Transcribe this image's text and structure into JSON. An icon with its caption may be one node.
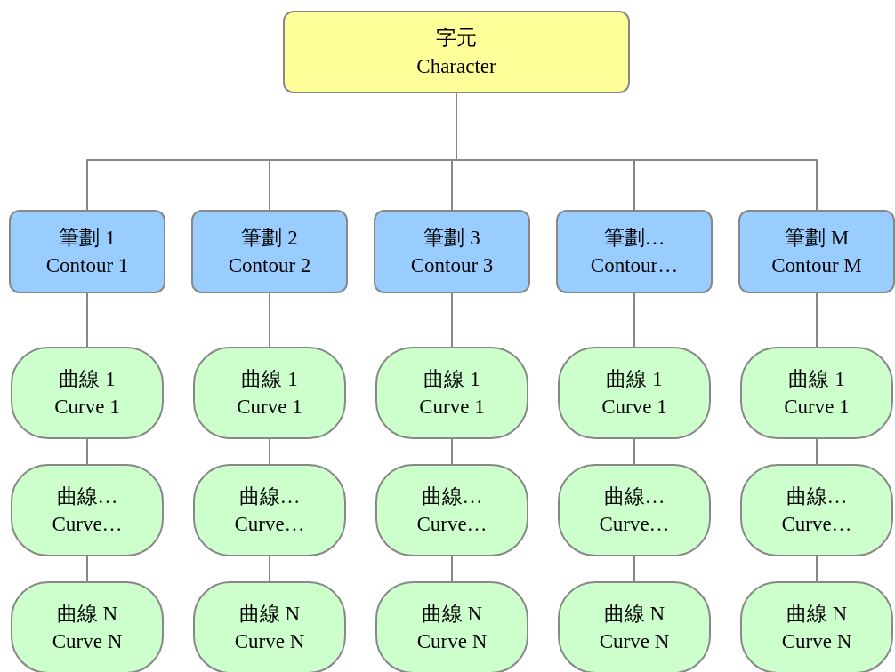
{
  "diagram": {
    "nodes": [
      {
        "text": [
          "字元",
          "Character"
        ]
      },
      {
        "text": [
          "筆劃 1",
          "Contour 1"
        ]
      },
      {
        "text": [
          "筆劃 2",
          "Contour 2"
        ]
      },
      {
        "text": [
          "筆劃 3",
          "Contour 3"
        ]
      },
      {
        "text": [
          "筆劃…",
          "Contour…"
        ]
      },
      {
        "text": [
          "筆劃 M",
          "Contour M"
        ]
      },
      {
        "text": [
          "曲線 1",
          "Curve 1"
        ]
      },
      {
        "text": [
          "曲線 1",
          "Curve 1"
        ]
      },
      {
        "text": [
          "曲線 1",
          "Curve 1"
        ]
      },
      {
        "text": [
          "曲線 1",
          "Curve 1"
        ]
      },
      {
        "text": [
          "曲線 1",
          "Curve 1"
        ]
      },
      {
        "text": [
          "曲線…",
          "Curve…"
        ]
      },
      {
        "text": [
          "曲線…",
          "Curve…"
        ]
      },
      {
        "text": [
          "曲線…",
          "Curve…"
        ]
      },
      {
        "text": [
          "曲線…",
          "Curve…"
        ]
      },
      {
        "text": [
          "曲線…",
          "Curve…"
        ]
      },
      {
        "text": [
          "曲線 N",
          "Curve N"
        ]
      },
      {
        "text": [
          "曲線 N",
          "Curve N"
        ]
      },
      {
        "text": [
          "曲線 N",
          "Curve N"
        ]
      },
      {
        "text": [
          "曲線 N",
          "Curve N"
        ]
      },
      {
        "text": [
          "曲線 N",
          "Curve N"
        ]
      }
    ],
    "edges": [
      {
        "from": 0,
        "to": 1,
        "arrow": "none"
      },
      {
        "from": 0,
        "to": 2,
        "arrow": "none"
      },
      {
        "from": 0,
        "to": 3,
        "arrow": "none"
      },
      {
        "from": 0,
        "to": 4,
        "arrow": "none"
      },
      {
        "from": 0,
        "to": 5,
        "arrow": "none"
      },
      {
        "from": 1,
        "to": 6,
        "arrow": "none"
      },
      {
        "from": 2,
        "to": 7,
        "arrow": "none"
      },
      {
        "from": 3,
        "to": 8,
        "arrow": "none"
      },
      {
        "from": 4,
        "to": 9,
        "arrow": "none"
      },
      {
        "from": 5,
        "to": 10,
        "arrow": "none"
      },
      {
        "from": 6,
        "to": 11,
        "arrow": "none"
      },
      {
        "from": 7,
        "to": 12,
        "arrow": "none"
      },
      {
        "from": 8,
        "to": 13,
        "arrow": "none"
      },
      {
        "from": 9,
        "to": 14,
        "arrow": "none"
      },
      {
        "from": 10,
        "to": 15,
        "arrow": "none"
      },
      {
        "from": 11,
        "to": 16,
        "arrow": "none"
      },
      {
        "from": 12,
        "to": 17,
        "arrow": "none"
      },
      {
        "from": 13,
        "to": 18,
        "arrow": "none"
      },
      {
        "from": 14,
        "to": 19,
        "arrow": "none"
      },
      {
        "from": 15,
        "to": 20,
        "arrow": "none"
      }
    ]
  }
}
